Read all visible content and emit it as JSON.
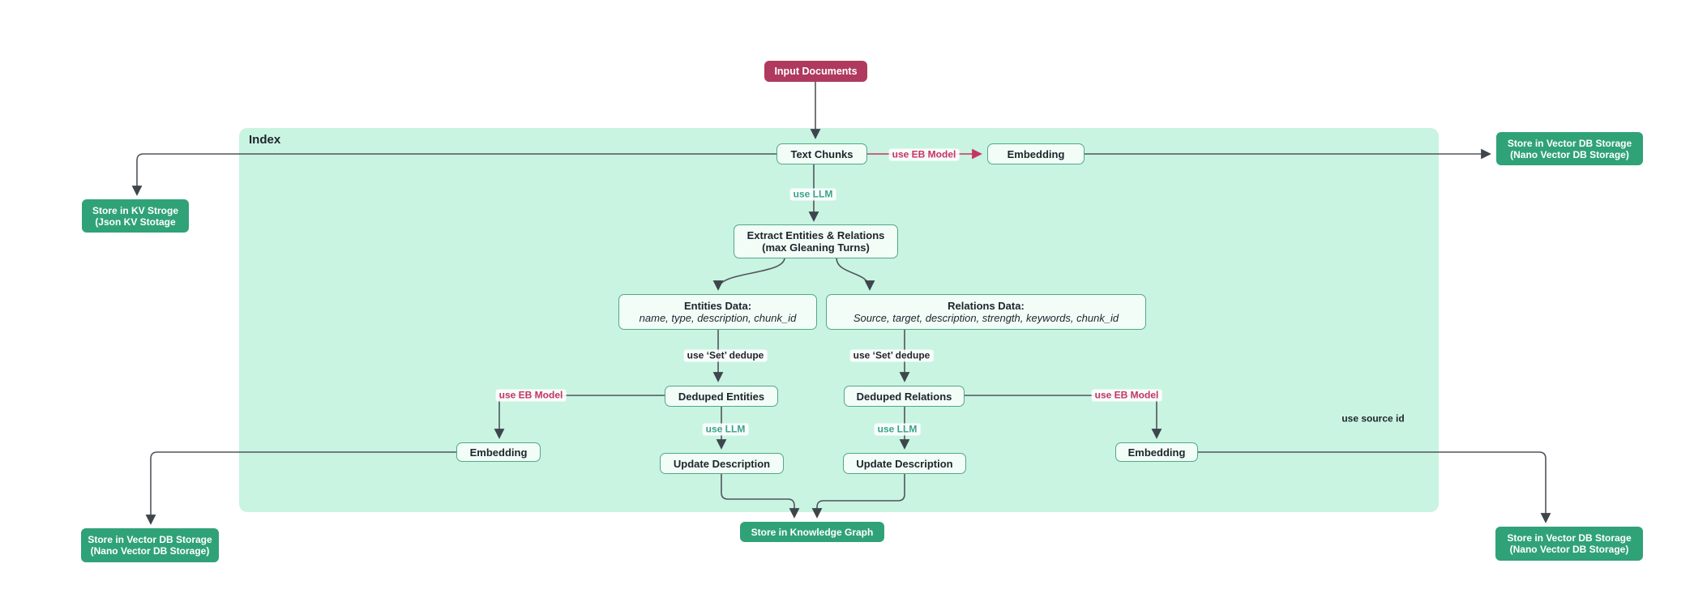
{
  "colors": {
    "background": "#ffffff",
    "container_fill": "#c9f4e2",
    "node_fill": "#f2fdf8",
    "node_border": "#4eaa87",
    "store_fill": "#30a277",
    "accent_crimson": "#af3a5e",
    "edge_line": "#50555c",
    "label_pink": "#c53563",
    "label_green": "#38a289",
    "label_dark": "#1e242b"
  },
  "container": {
    "label": "Index"
  },
  "nodes": {
    "input_documents": {
      "label": "Input Documents"
    },
    "text_chunks": {
      "label": "Text Chunks"
    },
    "embedding_top": {
      "label": "Embedding"
    },
    "store_vector_top_right": {
      "line1": "Store in Vector DB Storage",
      "line2": "(Nano Vector DB Storage)"
    },
    "store_kv_left": {
      "line1": "Store in KV Stroge",
      "line2": "(Json KV Stotage"
    },
    "extract_entities_relations": {
      "line1": "Extract Entities & Relations",
      "line2": "(max Gleaning Turns)"
    },
    "entities_data": {
      "title": "Entities Data:",
      "fields": "name, type, description, chunk_id"
    },
    "relations_data": {
      "title": "Relations Data:",
      "fields": "Source, target, description, strength, keywords, chunk_id"
    },
    "deduped_entities": {
      "label": "Deduped Entities"
    },
    "deduped_relations": {
      "label": "Deduped Relations"
    },
    "embedding_left": {
      "label": "Embedding"
    },
    "embedding_right": {
      "label": "Embedding"
    },
    "update_description_left": {
      "label": "Update Description"
    },
    "update_description_right": {
      "label": "Update Description"
    },
    "store_knowledge_graph": {
      "label": "Store in Knowledge Graph"
    },
    "store_vector_bottom_left": {
      "line1": "Store in Vector DB Storage",
      "line2": "(Nano Vector DB Storage)"
    },
    "store_vector_bottom_right": {
      "line1": "Store in Vector DB Storage",
      "line2": "(Nano Vector DB Storage)"
    }
  },
  "edge_labels": {
    "use_eb_model_top": "use EB Model",
    "use_llm_top": "use LLM",
    "use_set_dedupe_left": "use ‘Set’ dedupe",
    "use_set_dedupe_right": "use ‘Set’ dedupe",
    "use_eb_model_left": "use EB Model",
    "use_eb_model_right": "use EB Model",
    "use_llm_left": "use LLM",
    "use_llm_right": "use LLM",
    "use_source_id": "use source id"
  }
}
